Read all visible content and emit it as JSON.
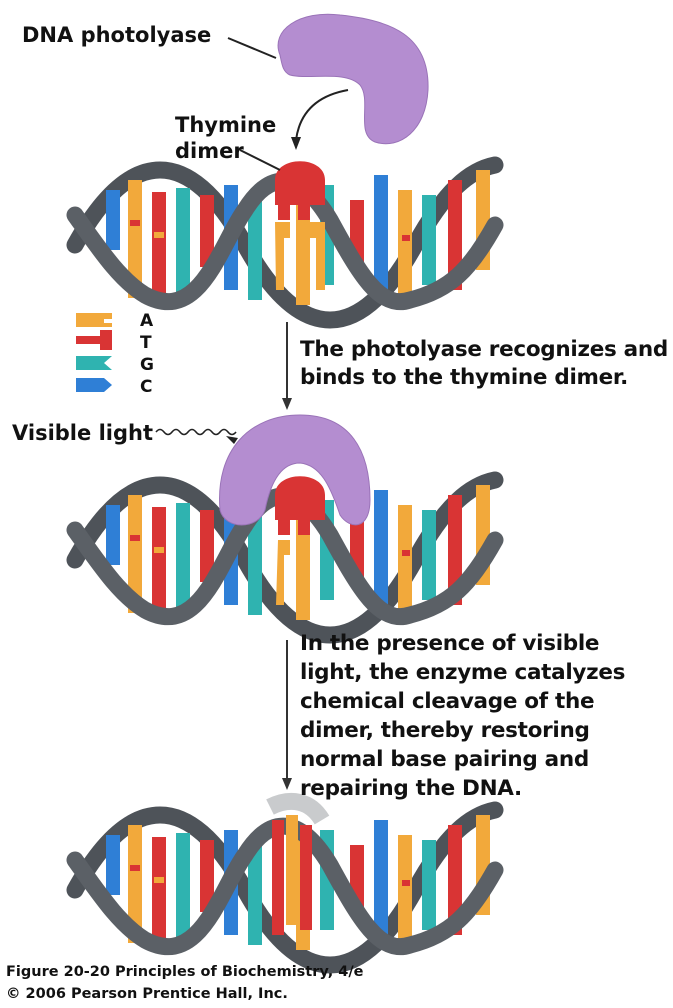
{
  "labels": {
    "enzyme": "DNA photolyase",
    "dimer_line1": "Thymine",
    "dimer_line2": "dimer",
    "light": "Visible light"
  },
  "legend": [
    {
      "letter": "A",
      "color": "#f2a93b"
    },
    {
      "letter": "T",
      "color": "#d93434"
    },
    {
      "letter": "G",
      "color": "#2fb3b0"
    },
    {
      "letter": "C",
      "color": "#2f7fd6"
    }
  ],
  "steps": [
    {
      "lines": [
        "The photolyase recognizes and",
        "binds to the thymine dimer."
      ]
    },
    {
      "lines": [
        "In the presence of visible",
        "light, the enzyme catalyzes",
        "chemical cleavage of the",
        "dimer, thereby restoring",
        "normal base pairing and",
        "repairing the DNA."
      ]
    }
  ],
  "caption": {
    "line1": "Figure 20-20  Principles of Biochemistry, 4/e",
    "line2": "© 2006 Pearson Prentice Hall, Inc."
  },
  "colors": {
    "backbone": "#5b6066",
    "enzyme": "#b48dd0",
    "repaired_backbone": "#c9cbcd"
  }
}
